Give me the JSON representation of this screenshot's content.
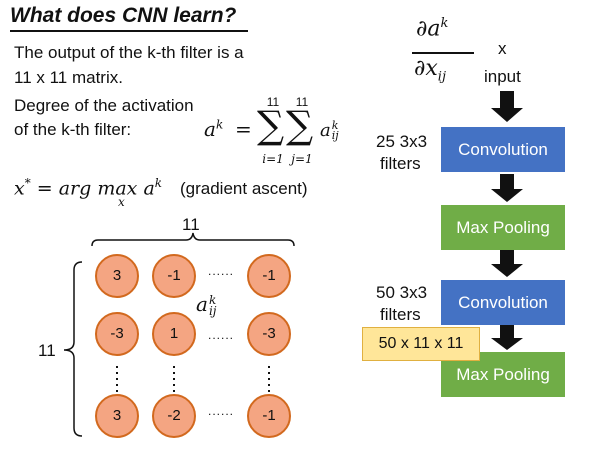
{
  "title": "What does CNN learn?",
  "left_text": {
    "line1": "The output of the k-th filter is a",
    "line2": "11 x 11 matrix.",
    "line3": "Degree of the activation",
    "line4": "of the k-th filter:",
    "formula_lhs": "a",
    "formula_sup": "k",
    "formula_eq": "=",
    "sum1_top": "11",
    "sum1_bottom": "i=1",
    "sum2_top": "11",
    "sum2_bottom": "j=1",
    "sum_term": "a",
    "sum_term_sup": "k",
    "sum_term_sub": "ij",
    "argmax_lhs": "x",
    "argmax_star": "*",
    "argmax_eq": "= arg max",
    "argmax_sub": "x",
    "argmax_term": "a",
    "argmax_term_sup": "k",
    "gradient_note": "(gradient ascent)"
  },
  "matrix": {
    "top_label": "11",
    "side_label": "11",
    "dots_h": "......",
    "center_label_a": "a",
    "center_label_sup": "k",
    "center_label_sub": "ij",
    "row1": [
      "3",
      "-1",
      "-1"
    ],
    "row2": [
      "-3",
      "1",
      "-3"
    ],
    "row3": [
      "3",
      "-2",
      "-1"
    ]
  },
  "right": {
    "partial_num": "∂a",
    "partial_num_sup": "k",
    "partial_den": "∂x",
    "partial_den_sub": "ij",
    "x_label": "x",
    "input_label": "input",
    "filters1_line1": "25 3x3",
    "filters1_line2": "filters",
    "conv1_label": "Convolution",
    "pool1_label": "Max Pooling",
    "filters2_line1": "50 3x3",
    "filters2_line2": "filters",
    "conv2_label": "Convolution",
    "output_size": "50 x 11 x 11",
    "pool2_label": "Max Pooling"
  },
  "colors": {
    "conv": "#4472c4",
    "pool": "#70ad47",
    "node_fill": "#f4a582",
    "node_border": "#d2691e",
    "highlight": "#ffe699"
  }
}
